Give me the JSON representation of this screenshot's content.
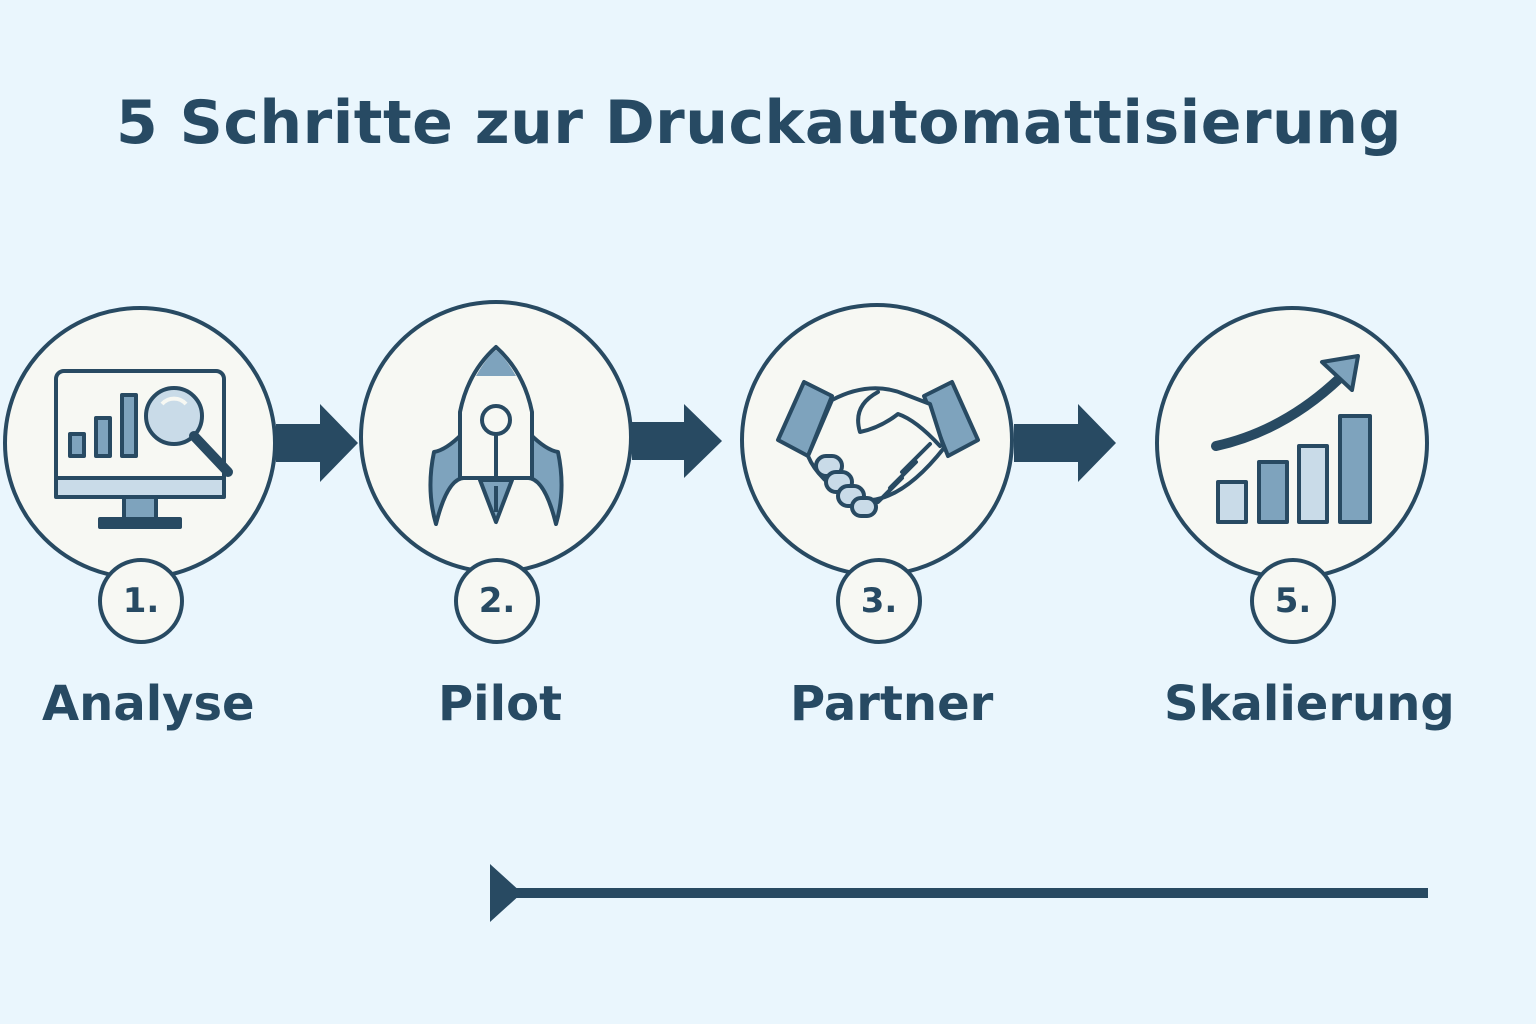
{
  "title": "5 Schritte zur Druckautomattisierung",
  "colors": {
    "background": "#eaf6fd",
    "stroke": "#284a62",
    "fill": "#7ea3bd",
    "fill_light": "#c9dbe8",
    "circle_fill": "#f7f8f3"
  },
  "steps": [
    {
      "number": "1.",
      "label": "Analyse",
      "icon": "monitor-chart-magnifier-icon"
    },
    {
      "number": "2.",
      "label": "Pilot",
      "icon": "rocket-icon"
    },
    {
      "number": "3.",
      "label": "Partner",
      "icon": "handshake-icon"
    },
    {
      "number": "5.",
      "label": "Skalierung",
      "icon": "growth-bar-chart-icon"
    }
  ]
}
